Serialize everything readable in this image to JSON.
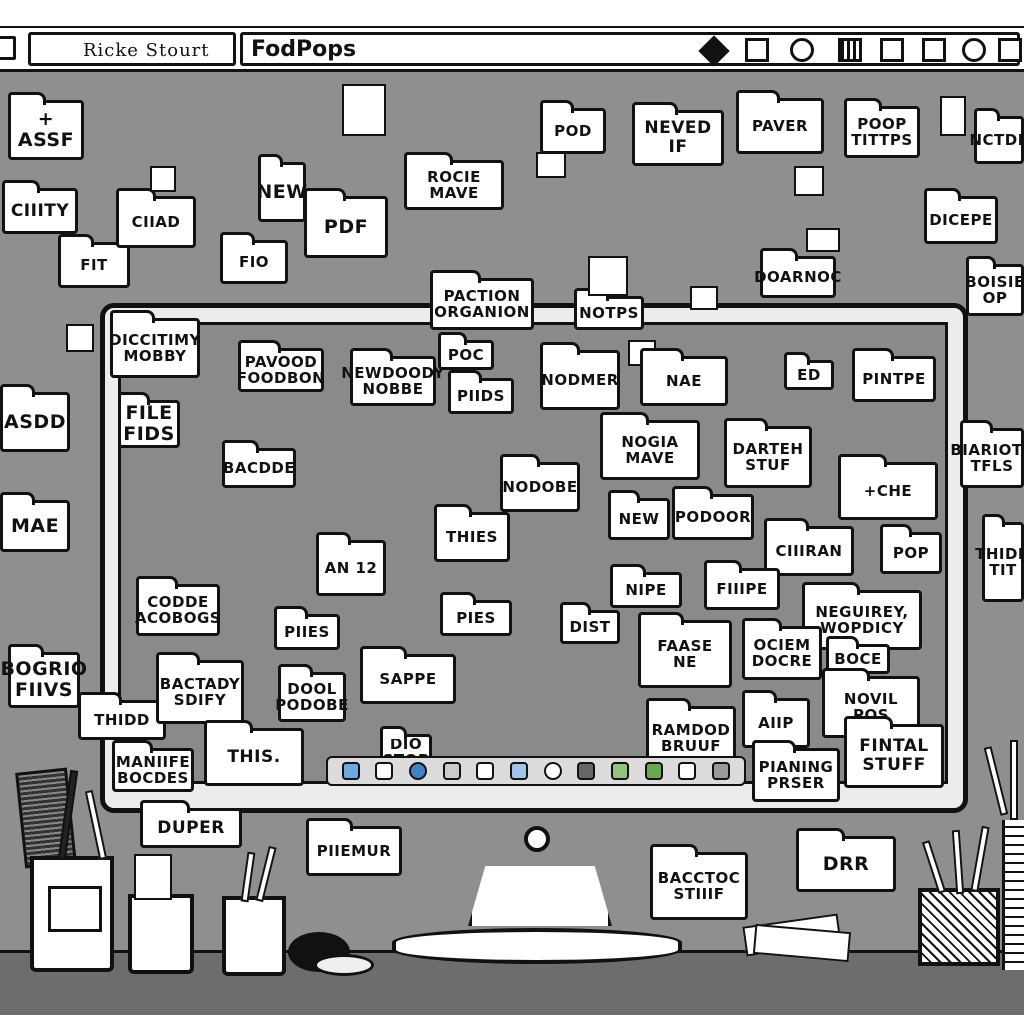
{
  "titlebar": {
    "left_label": "Ricke Stourt",
    "main_label": "FodPops",
    "controls": [
      "diamond-icon",
      "square-icon",
      "circle-icon",
      "striped-square-icon",
      "square-icon",
      "square-icon",
      "circle-icon",
      "square-icon"
    ]
  },
  "wall_folders": [
    {
      "label": "+ ASSF"
    },
    {
      "label": "CIIITY"
    },
    {
      "label": "FIT"
    },
    {
      "label": "CIIAD"
    },
    {
      "label": "FIO"
    },
    {
      "label": "NEW"
    },
    {
      "label": "PDF"
    },
    {
      "label": "ROCIE MAVE"
    },
    {
      "label": "POD"
    },
    {
      "label": "NEVED IF"
    },
    {
      "label": "PAVER"
    },
    {
      "label": "POOP TITTPS"
    },
    {
      "label": "NCTDE"
    },
    {
      "label": "DICEPE"
    },
    {
      "label": "PACTION ORGANION"
    },
    {
      "label": "DOARNOC"
    },
    {
      "label": "BOISIE OP"
    },
    {
      "label": "NOTPS"
    },
    {
      "label": "DICCITIMY MOBBY"
    },
    {
      "label": "ASDD"
    },
    {
      "label": "FILE FIDS"
    },
    {
      "label": "MAE"
    },
    {
      "label": "BOGRIO FIIVS"
    },
    {
      "label": "THIDD"
    },
    {
      "label": "MANIIFE BOCDES"
    },
    {
      "label": "DUPER"
    },
    {
      "label": "PIIEMUR"
    },
    {
      "label": "BACCTOC STIIIF"
    },
    {
      "label": "DRR"
    },
    {
      "label": "BIARIOTT TFLS"
    },
    {
      "label": "THIDD TIT"
    }
  ],
  "screen_folders": [
    {
      "label": "PAVOOD FOODBON"
    },
    {
      "label": "NEWDOODY NOBBE"
    },
    {
      "label": "POC"
    },
    {
      "label": "PIIDS"
    },
    {
      "label": "NODMER"
    },
    {
      "label": "NAE"
    },
    {
      "label": "ED"
    },
    {
      "label": "PINTPE"
    },
    {
      "label": "BACDDE"
    },
    {
      "label": "NOGIA MAVE"
    },
    {
      "label": "DARTEH STUF"
    },
    {
      "label": "+CHE"
    },
    {
      "label": "NODOBE"
    },
    {
      "label": "THIES"
    },
    {
      "label": "NEW"
    },
    {
      "label": "PODOOR"
    },
    {
      "label": "CIIIRAN"
    },
    {
      "label": "POP"
    },
    {
      "label": "AN 12"
    },
    {
      "label": "NIPE"
    },
    {
      "label": "FIIIPE"
    },
    {
      "label": "NEGUIREY, WOPDICY"
    },
    {
      "label": "CODDE ACOBOGS"
    },
    {
      "label": "PIIES"
    },
    {
      "label": "PIES"
    },
    {
      "label": "DIST"
    },
    {
      "label": "FAASE NE"
    },
    {
      "label": "OCIEM DOCRE"
    },
    {
      "label": "BOCE"
    },
    {
      "label": "BACTADY SDIFY"
    },
    {
      "label": "SAPPE"
    },
    {
      "label": "DOOL PODOBE"
    },
    {
      "label": "NOVIL POS"
    },
    {
      "label": "THIS."
    },
    {
      "label": "RAMDOD BRUUF"
    },
    {
      "label": "AIIP"
    },
    {
      "label": "FINTAL STUFF"
    },
    {
      "label": "PIANING PRSER"
    },
    {
      "label": "DIO STOP"
    }
  ]
}
